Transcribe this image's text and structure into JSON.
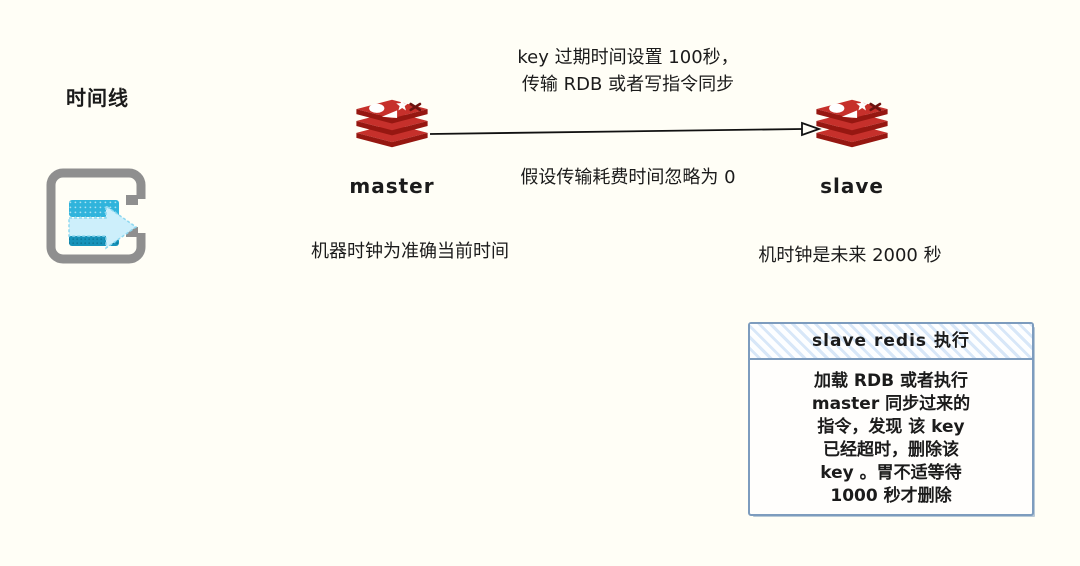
{
  "colors": {
    "background": "#fffef6",
    "text": "#1b1b1b",
    "redis_red": "#c6302b",
    "redis_red_dark": "#961711",
    "box_border": "#7d9cbe",
    "box_hatch": "#d8e7f8",
    "icon_gray": "#8f8f8f",
    "icon_cyan": "#30b4dc",
    "icon_cyan_dark": "#1793ba",
    "icon_arrow_fill": "#cdeffb"
  },
  "timeline": {
    "label": "时间线"
  },
  "nodes": {
    "master": {
      "label": "master",
      "note": "机器时钟为准确当前时间"
    },
    "slave": {
      "label": "slave",
      "note": "机时钟是未来 2000 秒"
    }
  },
  "arrow": {
    "label_top": "key 过期时间设置 100秒，\n传输 RDB 或者写指令同步",
    "label_bottom": "假设传输耗费时间忽略为 0"
  },
  "info_box": {
    "title": "slave redis 执行",
    "body": "加载 RDB 或者执行\nmaster 同步过来的\n指令，发现 该 key\n已经超时，删除该\nkey 。胃不适等待\n1000 秒才删除"
  }
}
